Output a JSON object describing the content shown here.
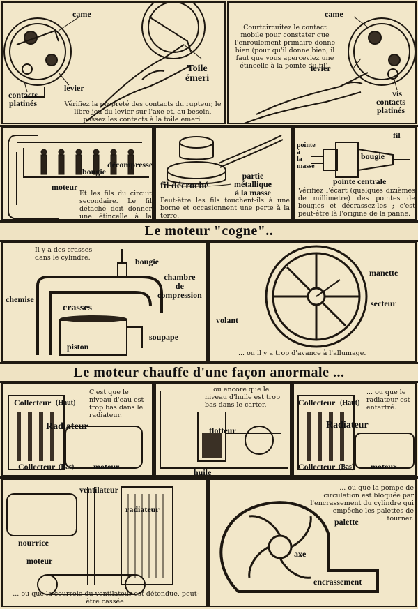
{
  "panels": {
    "p1": {
      "labels": {
        "came": "came",
        "toile": "Toile\némeri",
        "levier": "levier",
        "contacts": "contacts\nplatinés"
      },
      "caption": "Vérifiez la propreté des contacts du rupteur, le libre jeu du levier sur l'axe et, au besoin, passez les contacts à la toile émeri."
    },
    "p2": {
      "caption": "Courtcircuitez le contact mobile pour constater que l'enroulement primaire donne bien (pour qu'il donne bien, il faut que vous aperceviez une étincelle à la pointe du fil).",
      "labels": {
        "came": "came",
        "levier": "levier",
        "vis": "vis",
        "contacts": "contacts\nplatinés"
      }
    },
    "p3": {
      "labels": {
        "bougie": "bougie",
        "decompresseur": "décompresseur",
        "moteur": "moteur"
      },
      "caption": "Et les fils du circuit secondaire. Le fil détaché doit donner une étincelle à la bougie."
    },
    "p4": {
      "labels": {
        "partie": "partie\nmétallique\nà la masse",
        "fil": "fil décroché"
      },
      "caption": "Peut-être les fils touchent-ils à une borne et occasionnent une perte à la terre."
    },
    "p5": {
      "labels": {
        "fil": "fil",
        "pointe_masse": "pointe\nà\nla\nmasse",
        "bougie": "bougie",
        "pointe_centrale": "pointe centrale"
      },
      "caption": "Vérifiez l'écart (quelques dizièmes de millimètre) des pointes de bougies et décrassez-les ; c'est peut-être là l'origine de la panne."
    },
    "title1": "Le moteur \"cogne\"..",
    "p6": {
      "caption": "Il y a des crasses dans le cylindre.",
      "labels": {
        "bougie": "bougie",
        "chambre": "chambre\nde\ncompression",
        "chemise": "chemise",
        "crasses": "crasses",
        "piston": "piston",
        "soupape": "soupape"
      }
    },
    "p7": {
      "labels": {
        "manette": "manette",
        "secteur": "secteur",
        "volant": "volant"
      },
      "caption": "... ou il y a trop d'avance à l'allumage."
    },
    "title2": "Le moteur chauffe d'une façon anormale ...",
    "p8": {
      "caption": "C'est que le niveau d'eau est trop bas dans le radiateur.",
      "labels": {
        "collecteur_haut": "Collecteur",
        "haut": "(Haut)",
        "radiateur": "Radiateur",
        "collecteur_bas": "Collecteur",
        "bas": "(Bas)",
        "moteur": "moteur"
      }
    },
    "p9": {
      "caption": "... ou encore que le niveau d'huile est trop bas dans le carter.",
      "labels": {
        "flotteur": "flotteur",
        "huile": "huile"
      }
    },
    "p10": {
      "caption": "... ou que le radiateur est entartré.",
      "labels": {
        "collecteur_haut": "Collecteur",
        "haut": "(Haut)",
        "radiateur": "Radiateur",
        "collecteur_bas": "Collecteur",
        "bas": "(Bas)",
        "moteur": "moteur"
      }
    },
    "p11": {
      "labels": {
        "ventilateur": "ventilateur",
        "radiateur": "radiateur",
        "nourrice": "nourrice",
        "moteur": "moteur"
      },
      "caption": "... ou que la courroie du ventilateur est détendue, peut-être cassée."
    },
    "p12": {
      "caption": "... ou que la pompe de circulation est bloquée par l'encrassement du cylindre qui empêche les palettes de tourner.",
      "labels": {
        "palette": "palette",
        "axe": "axe",
        "encrassement": "encrassement"
      }
    }
  }
}
